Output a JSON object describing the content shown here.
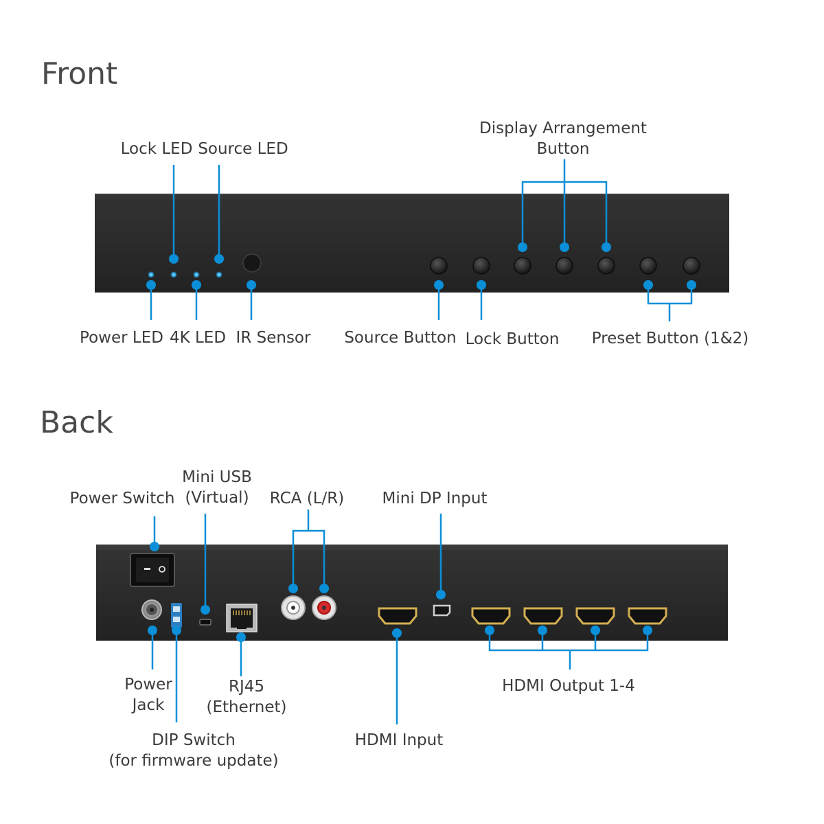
{
  "front": {
    "title": "Front",
    "labels": {
      "lock_led": "Lock LED",
      "source_led": "Source LED",
      "display_arrangement_1": "Display Arrangement",
      "display_arrangement_2": "Button",
      "power_led": "Power LED",
      "k4_led": "4K LED",
      "ir_sensor": "IR Sensor",
      "source_button": "Source Button",
      "lock_button": "Lock Button",
      "preset_button": "Preset Button (1&2)"
    }
  },
  "back": {
    "title": "Back",
    "labels": {
      "power_switch": "Power Switch",
      "mini_usb_1": "Mini USB",
      "mini_usb_2": "(Virtual)",
      "rca": "RCA (L/R)",
      "mini_dp": "Mini DP Input",
      "power_jack_1": "Power",
      "power_jack_2": "Jack",
      "rj45_1": "RJ45",
      "rj45_2": "(Ethernet)",
      "dip_switch_1": "DIP Switch",
      "dip_switch_2": "(for firmware update)",
      "hdmi_input": "HDMI Input",
      "hdmi_output": "HDMI Output 1-4"
    }
  },
  "colors": {
    "callout": "#0a8fd8",
    "device": "#2b2b2b",
    "text": "#3c3c3c"
  }
}
